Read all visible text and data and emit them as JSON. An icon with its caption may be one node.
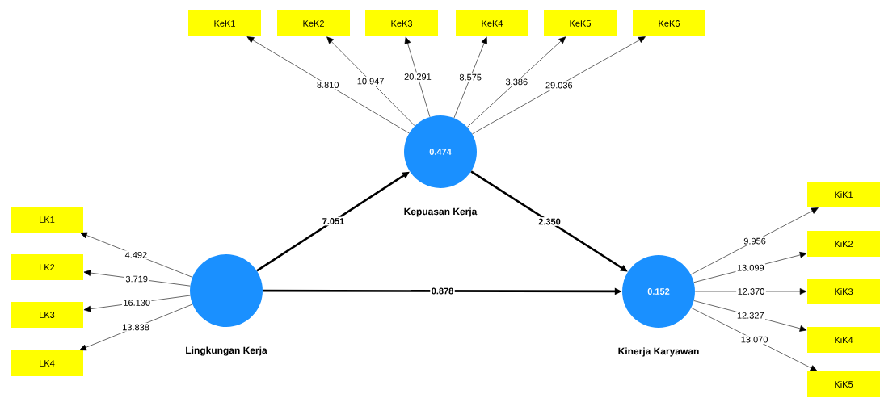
{
  "diagram": {
    "nodes": [
      {
        "text": [
          "KeK1"
        ]
      },
      {
        "text": [
          "KeK2"
        ]
      },
      {
        "text": [
          "KeK3"
        ]
      },
      {
        "text": [
          "KeK4"
        ]
      },
      {
        "text": [
          "KeK5"
        ]
      },
      {
        "text": [
          "KeK6"
        ]
      },
      {
        "text": [
          "0.474",
          "Kepuasan Kerja"
        ]
      },
      {
        "text": [
          "LK1"
        ]
      },
      {
        "text": [
          "LK2"
        ]
      },
      {
        "text": [
          "LK3"
        ]
      },
      {
        "text": [
          "LK4"
        ]
      },
      {
        "text": [
          "Lingkungan Kerja"
        ]
      },
      {
        "text": [
          "0.152",
          "Kinerja Karyawan"
        ]
      },
      {
        "text": [
          "KiK1"
        ]
      },
      {
        "text": [
          "KiK2"
        ]
      },
      {
        "text": [
          "KiK3"
        ]
      },
      {
        "text": [
          "KiK4"
        ]
      },
      {
        "text": [
          "KiK5"
        ]
      }
    ],
    "edges": [
      {
        "from": 6,
        "to": 0,
        "arrow": "to",
        "label": "8.810"
      },
      {
        "from": 6,
        "to": 1,
        "arrow": "to",
        "label": "10.947"
      },
      {
        "from": 6,
        "to": 2,
        "arrow": "to",
        "label": "20.291"
      },
      {
        "from": 6,
        "to": 3,
        "arrow": "to",
        "label": "8.575"
      },
      {
        "from": 6,
        "to": 4,
        "arrow": "to",
        "label": "3.386"
      },
      {
        "from": 6,
        "to": 5,
        "arrow": "to",
        "label": "29.036"
      },
      {
        "from": 11,
        "to": 6,
        "arrow": "to",
        "label": "7.051",
        "style": "thick"
      },
      {
        "from": 6,
        "to": 12,
        "arrow": "to",
        "label": "2.350",
        "style": "thick"
      },
      {
        "from": 11,
        "to": 12,
        "arrow": "to",
        "label": "0.878",
        "style": "thick"
      },
      {
        "from": 11,
        "to": 7,
        "arrow": "to",
        "label": "4.492"
      },
      {
        "from": 11,
        "to": 8,
        "arrow": "to",
        "label": "3.719"
      },
      {
        "from": 11,
        "to": 9,
        "arrow": "to",
        "label": "16.130"
      },
      {
        "from": 11,
        "to": 10,
        "arrow": "to",
        "label": "13.838"
      },
      {
        "from": 12,
        "to": 13,
        "arrow": "to",
        "label": "9.956"
      },
      {
        "from": 12,
        "to": 14,
        "arrow": "to",
        "label": "13.099"
      },
      {
        "from": 12,
        "to": 15,
        "arrow": "to",
        "label": "12.370"
      },
      {
        "from": 12,
        "to": 16,
        "arrow": "to",
        "label": "12.327"
      },
      {
        "from": 12,
        "to": 17,
        "arrow": "to",
        "label": "13.070"
      }
    ]
  }
}
